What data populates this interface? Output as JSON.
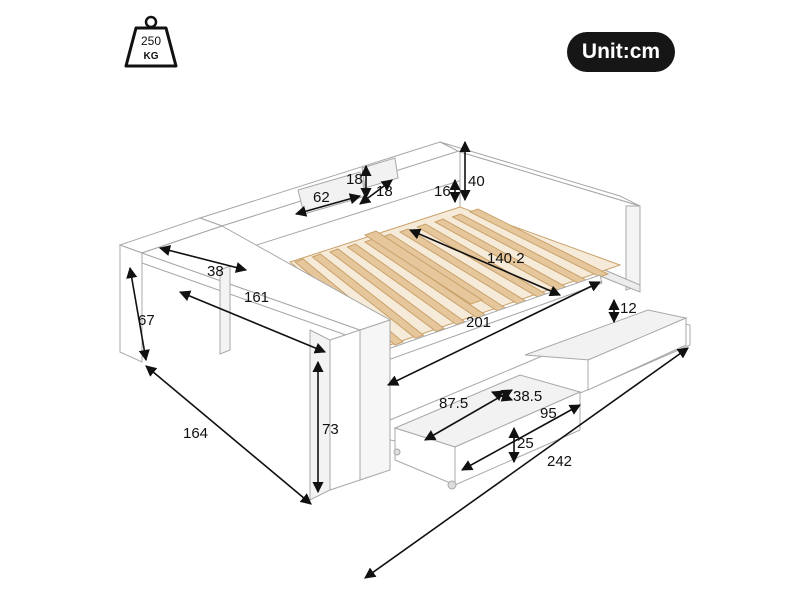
{
  "unit_badge": "Unit:cm",
  "weight_icon": {
    "value": "250",
    "unit": "KG",
    "icon": "weight-icon"
  },
  "dimensions": {
    "shelf_height": "40",
    "shelf_depth": "18",
    "shelf_gap": "18",
    "niche_height": "16",
    "niche_width": "62",
    "desk_depth": "38",
    "desk_width": "161",
    "desk_height": "67",
    "total_width": "164",
    "side_height": "73",
    "mattress_width": "140.2",
    "mattress_length": "201",
    "drawer_height_top": "12",
    "drawer_length": "87.5",
    "drawer_depth": "38.5",
    "drawer_outer": "95",
    "drawer_inner_height": "25",
    "total_length": "242"
  },
  "colors": {
    "frame": "#ffffff",
    "outline": "#9a9a9a",
    "slat": "#e6c79c",
    "slat_edge": "#c9a16a",
    "badge": "#161616"
  }
}
